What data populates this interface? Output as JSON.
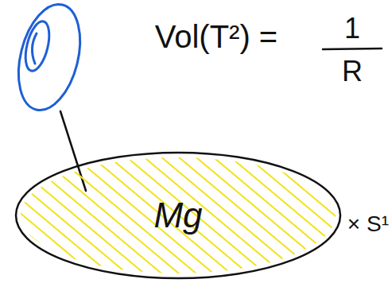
{
  "diagram": {
    "nodes": [
      {
        "text": [
          "Mg"
        ]
      }
    ],
    "labels": [
      "Vol(T²) =",
      "1",
      "R",
      "× S¹"
    ]
  }
}
